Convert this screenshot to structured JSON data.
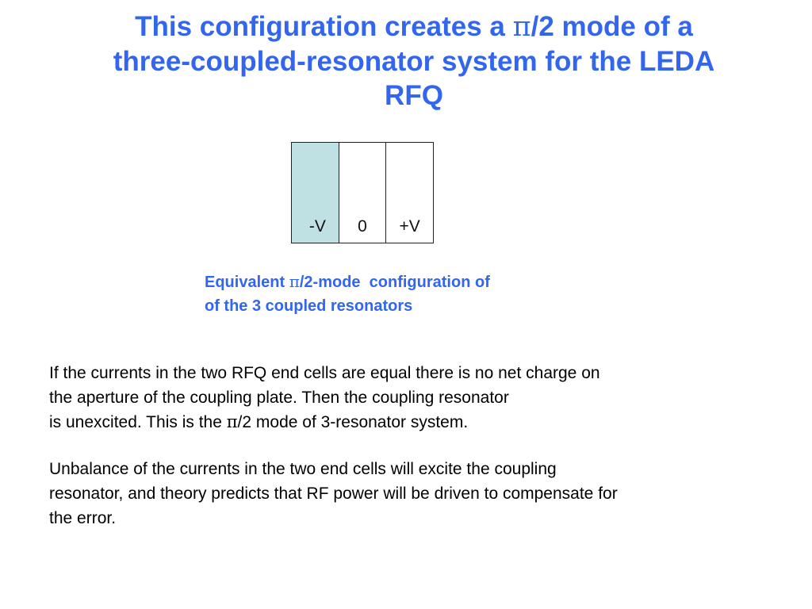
{
  "title": {
    "line1_pre": "This configuration creates a ",
    "pi": "π",
    "line1_post": "/2 mode of a",
    "line2": "three-coupled-resonator system for the LEDA",
    "line3": "RFQ"
  },
  "resonators": [
    {
      "label": "-V"
    },
    {
      "label": "0"
    },
    {
      "label": "+V"
    }
  ],
  "caption": {
    "line1_pre": "Equivalent ",
    "pi": "π",
    "line1_post": "/2-mode  configuration of",
    "line2": "of the 3 coupled resonators"
  },
  "paragraph1": {
    "line1": "If the currents in the two RFQ end cells are equal there is no net charge on",
    "line2": "the aperture of the coupling plate. Then the coupling resonator",
    "line3_pre": "is unexcited. This is the ",
    "pi": "π",
    "line3_post": "/2 mode of 3-resonator system."
  },
  "paragraph2": {
    "line1": "Unbalance of the currents in the two end cells will excite the coupling",
    "line2": "resonator, and theory predicts that RF power will be driven to compensate for",
    "line3": "the error."
  },
  "colors": {
    "accent": "#3366ee",
    "resonator_fill": "#bfe1e3"
  }
}
